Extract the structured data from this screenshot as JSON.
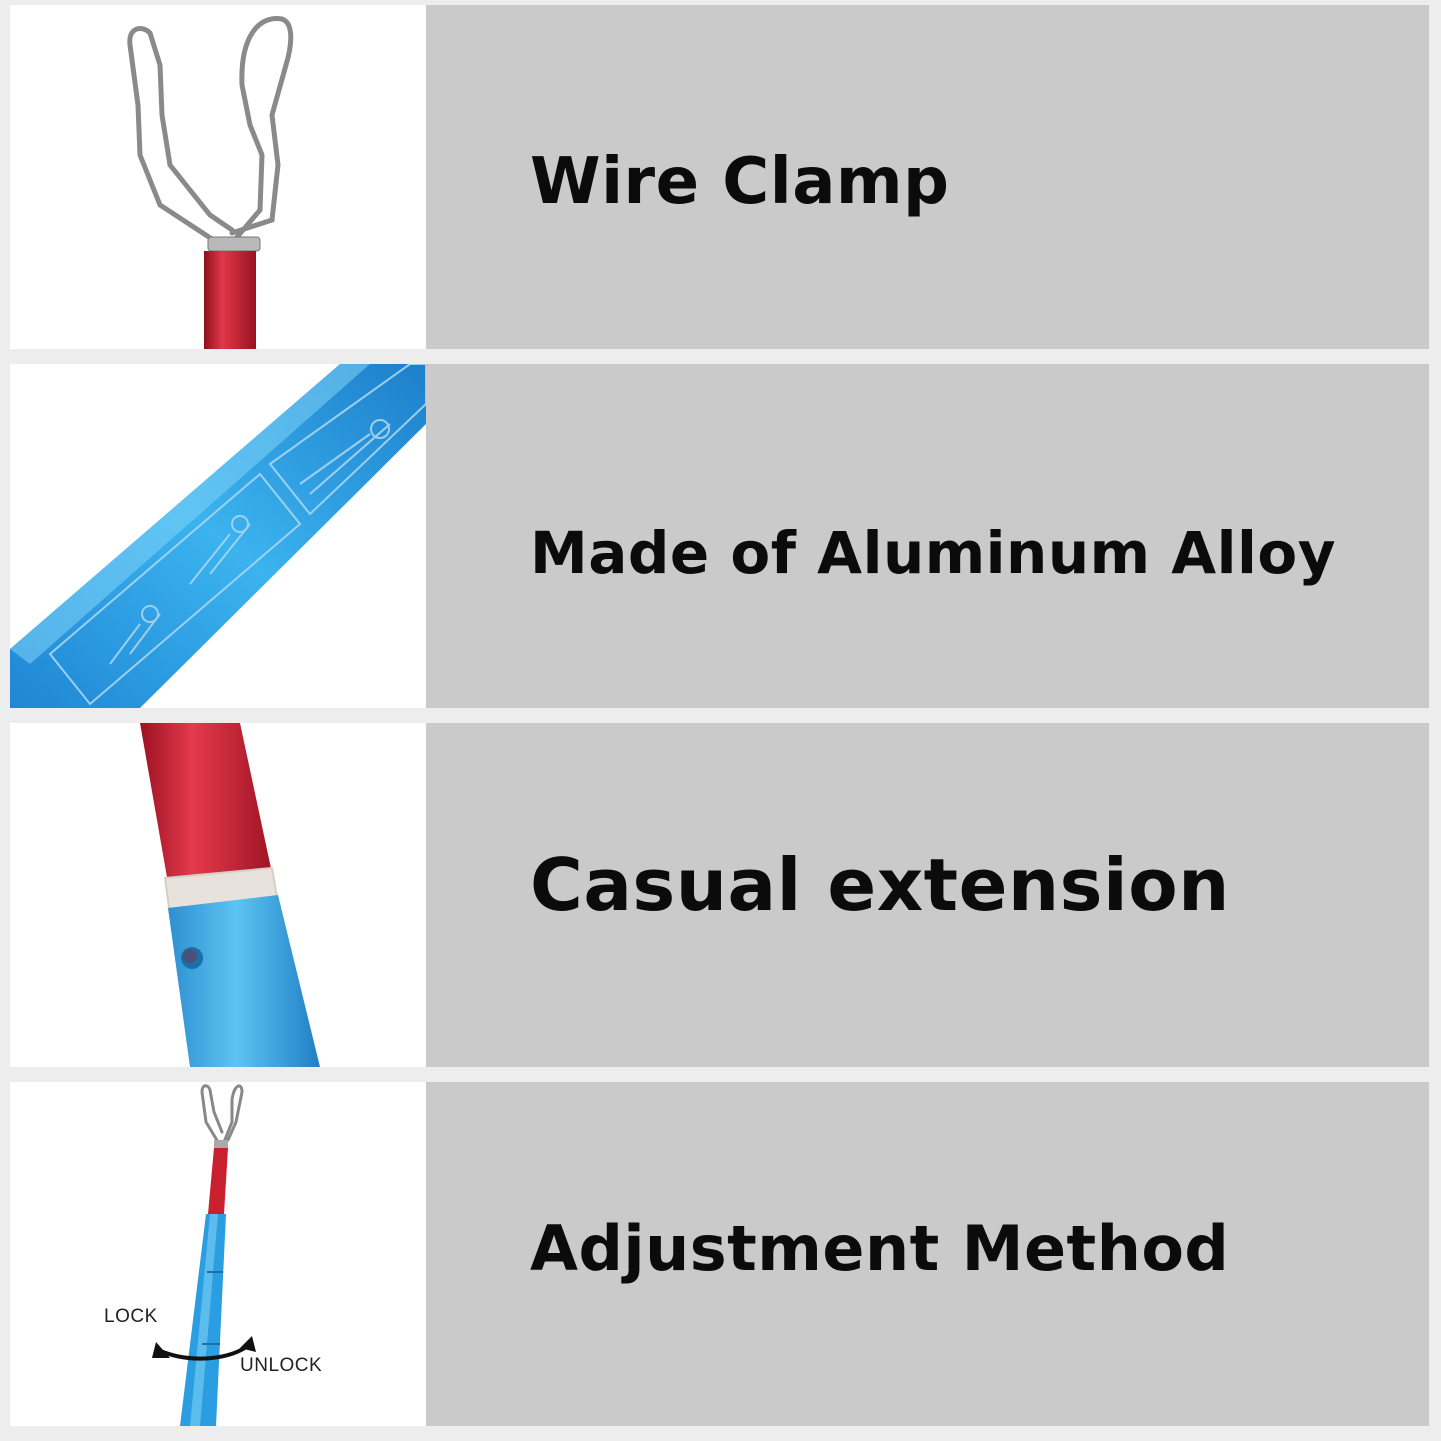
{
  "features": [
    {
      "title": "Wire Clamp",
      "image": "wire-clamp-closeup"
    },
    {
      "title": "Made of Aluminum Alloy",
      "image": "aluminum-pole-closeup"
    },
    {
      "title": "Casual extension",
      "image": "telescopic-joint-closeup"
    },
    {
      "title": "Adjustment Method",
      "image": "full-pole-rotation",
      "lock_label": "LOCK",
      "unlock_label": "UNLOCK"
    }
  ],
  "colors": {
    "page_bg": "#ededed",
    "text_panel_bg": "#cacaca",
    "image_panel_bg": "#ffffff",
    "red_tube": "#c41a2b",
    "blue_tube": "#2a9ee0"
  }
}
